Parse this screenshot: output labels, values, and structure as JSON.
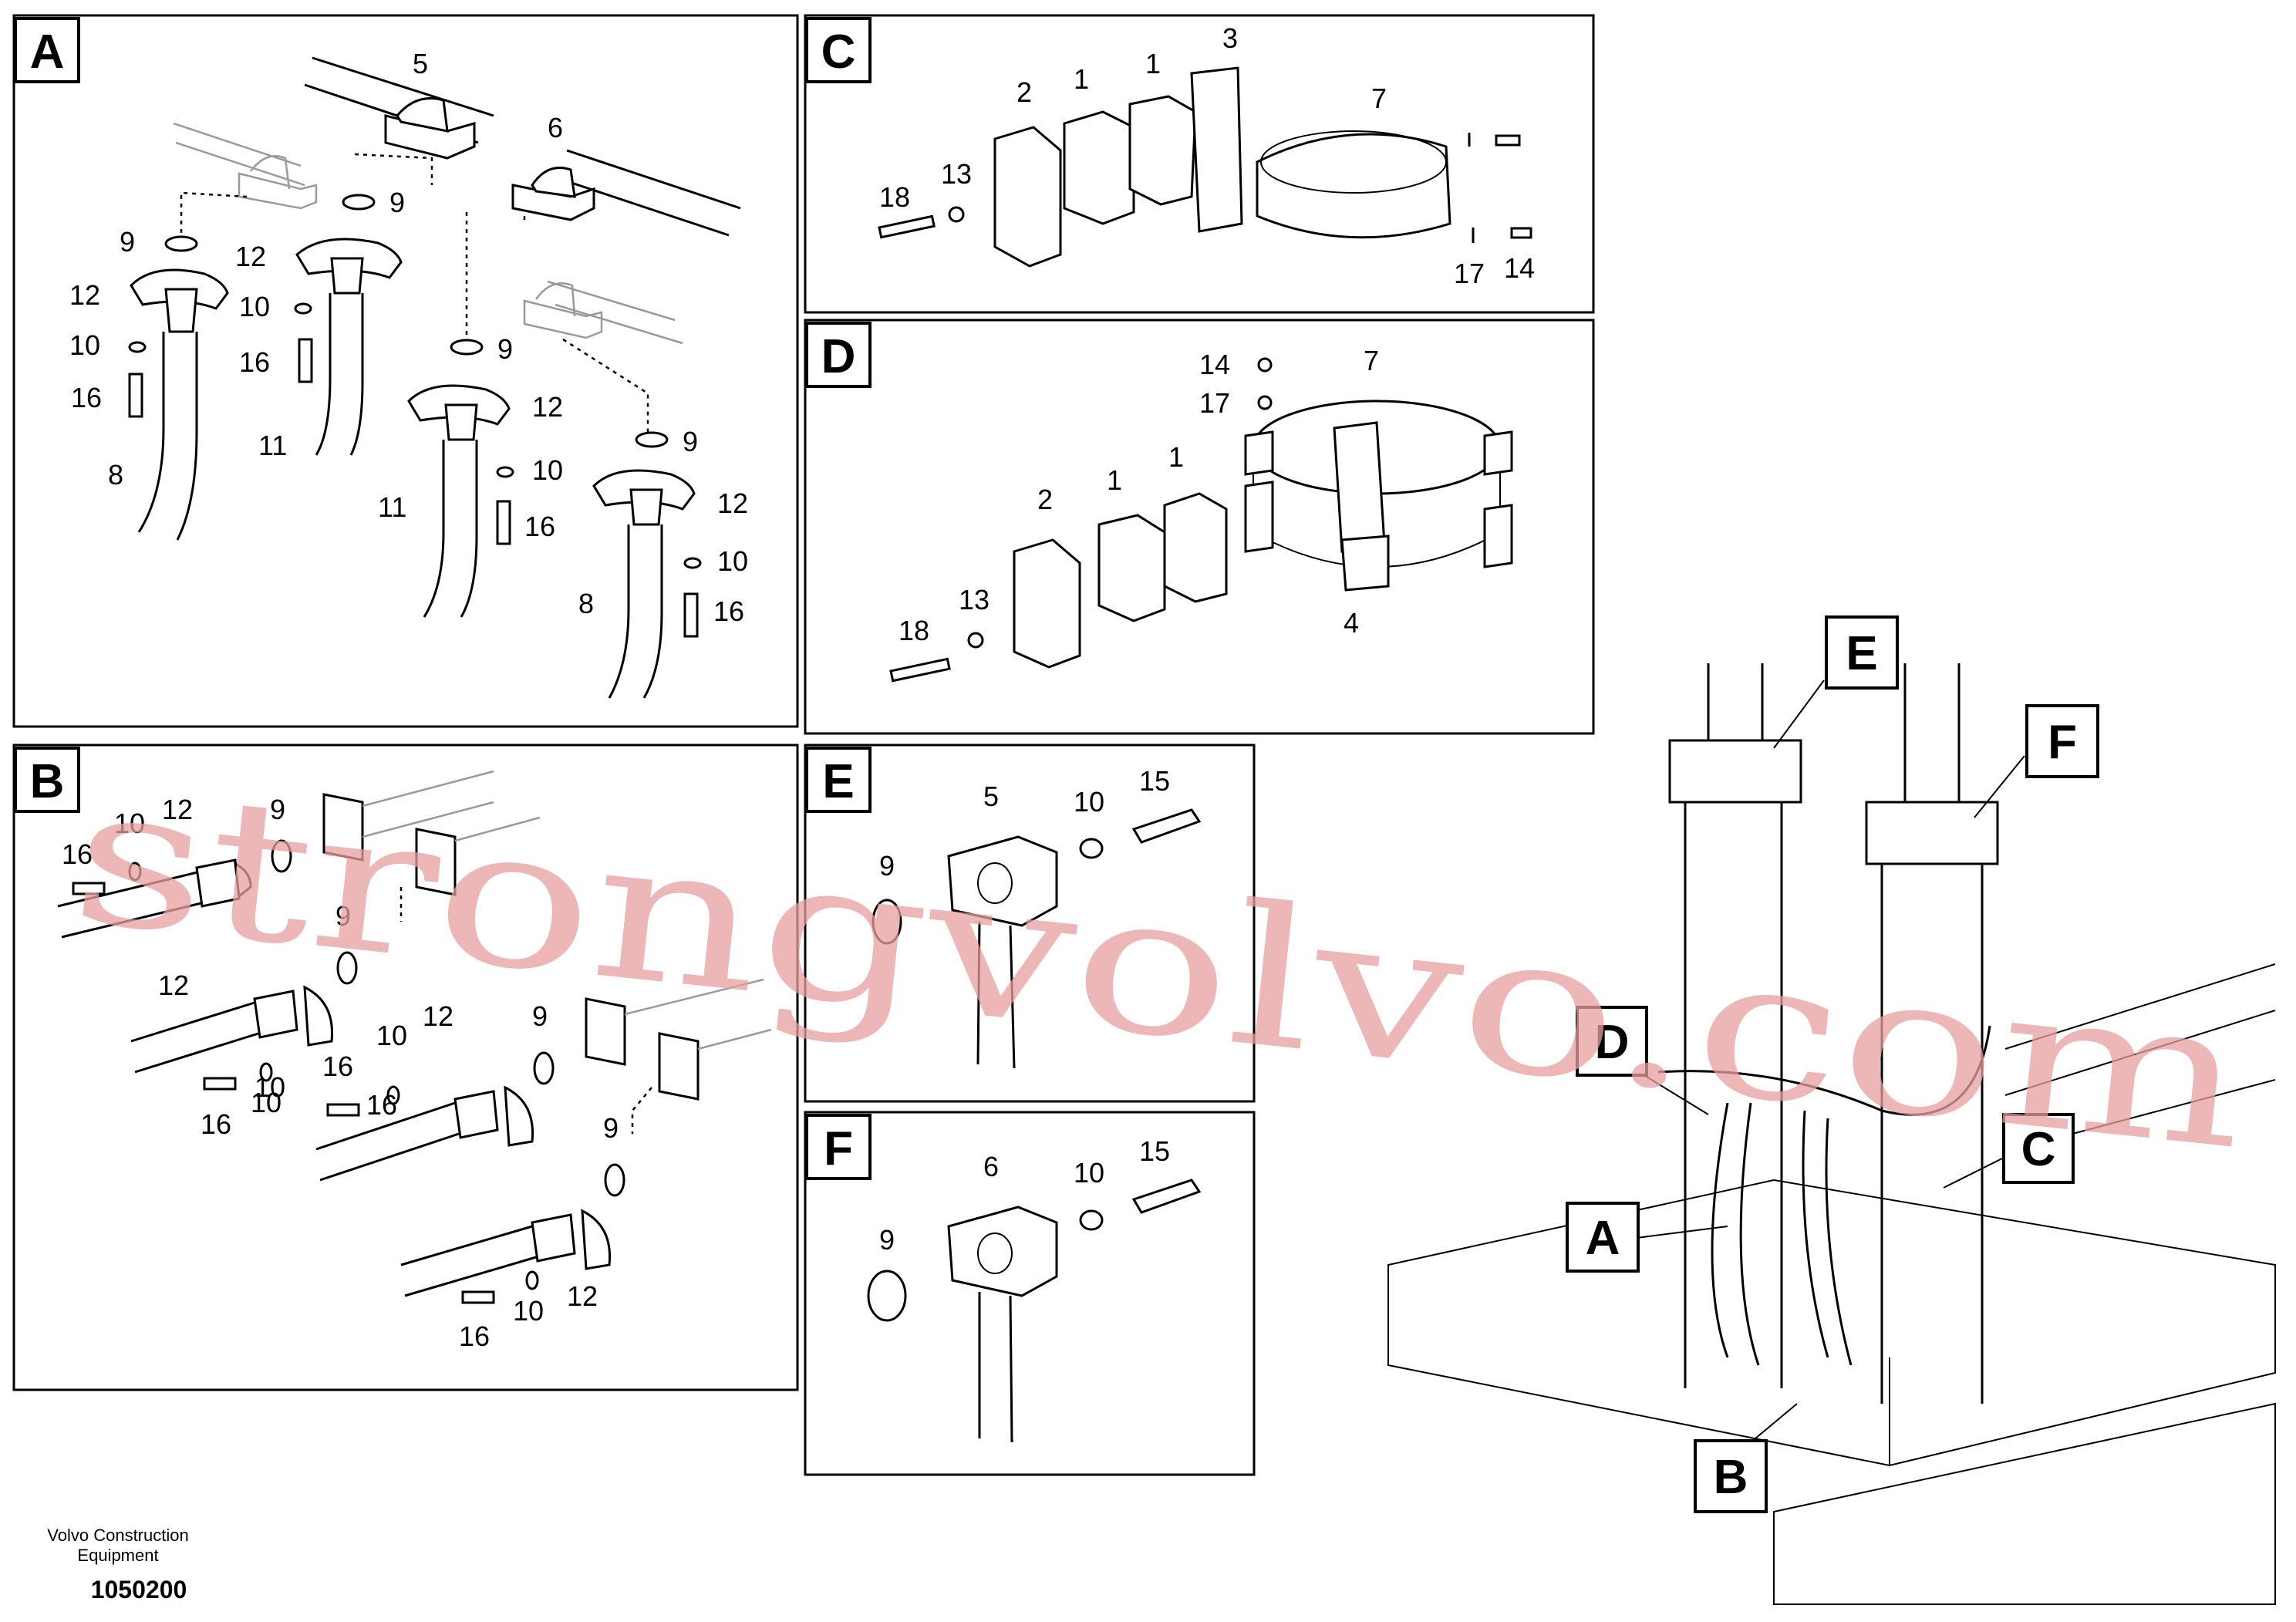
{
  "panels": {
    "A": {
      "letter": "A",
      "labels": [
        "5",
        "6",
        "9",
        "9",
        "9",
        "9",
        "12",
        "12",
        "12",
        "12",
        "10",
        "10",
        "10",
        "10",
        "16",
        "16",
        "16",
        "16",
        "11",
        "11",
        "8",
        "8"
      ]
    },
    "B": {
      "letter": "B",
      "labels": [
        "16",
        "10",
        "12",
        "9",
        "9",
        "12",
        "10",
        "12",
        "16",
        "10",
        "16",
        "9",
        "16",
        "10",
        "9",
        "12",
        "10",
        "16"
      ]
    },
    "C": {
      "letter": "C",
      "labels": [
        "2",
        "1",
        "1",
        "3",
        "7",
        "13",
        "18",
        "17",
        "14"
      ]
    },
    "D": {
      "letter": "D",
      "labels": [
        "14",
        "17",
        "7",
        "2",
        "1",
        "1",
        "13",
        "18",
        "4"
      ]
    },
    "E": {
      "letter": "E",
      "labels": [
        "5",
        "10",
        "15",
        "9"
      ]
    },
    "F": {
      "letter": "F",
      "labels": [
        "6",
        "10",
        "15",
        "9"
      ]
    }
  },
  "callouts": [
    "E",
    "F",
    "D",
    "C",
    "A",
    "B"
  ],
  "footer": {
    "maker_line1": "Volvo Construction",
    "maker_line2": "Equipment",
    "drawing_number": "1050200"
  },
  "watermark": "strongvolvo.com"
}
